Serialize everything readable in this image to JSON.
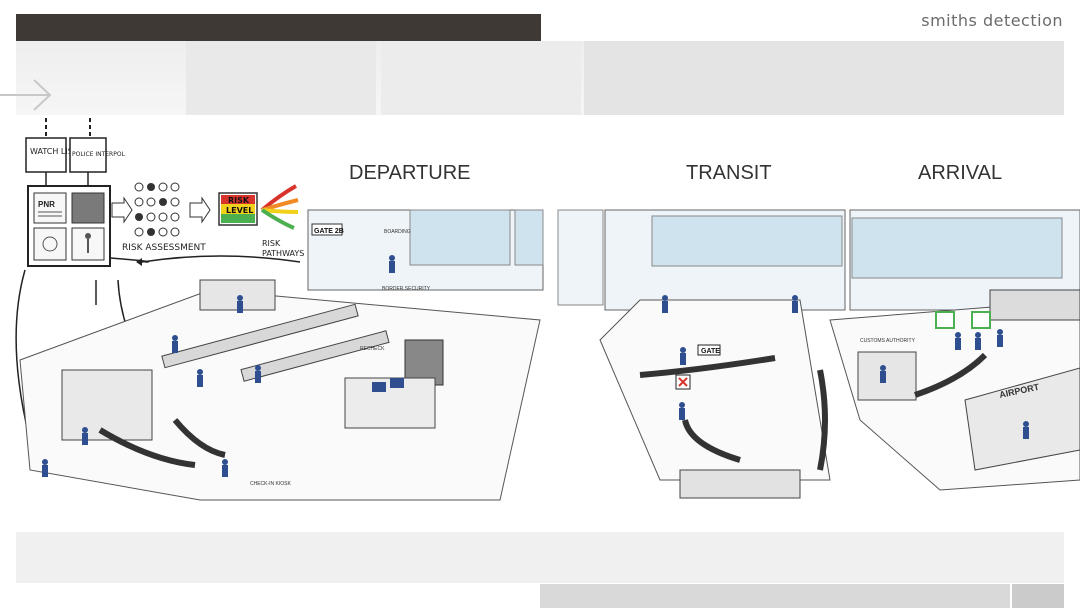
{
  "header": {
    "brand": "smiths detection"
  },
  "diagram": {
    "sections": {
      "departure": "DEPARTURE",
      "transit": "TRANSIT",
      "arrival": "ARRIVAL"
    },
    "inputs": {
      "watch_list": "WATCH LIST",
      "police_interpol": "POLICE INTERPOL"
    },
    "panel": {
      "pnr": "PNR"
    },
    "risk_assessment": "RISK ASSESSMENT",
    "risk_level": [
      "RISK",
      "LEVEL"
    ],
    "risk_pathways": [
      "RISK",
      "PATHWAYS"
    ],
    "labels": {
      "gate_2b": "GATE 2B",
      "boarding": "BOARDING",
      "border_security": "BORDER SECURITY",
      "recheck": "RECHECK",
      "check_in_kiosk": "CHECK-IN KIOSK",
      "gate": "GATE",
      "customs_authority": "CUSTOMS AUTHORITY",
      "airport": "AIRPORT"
    }
  },
  "colors": {
    "title_bar": "#3e3934",
    "footer": "#d9d9d9",
    "accent_blue": "#2e4e8f",
    "risk_red": "#d9342b",
    "risk_yellow": "#f2d11b",
    "risk_green": "#4caf50",
    "risk_orange": "#f08a24"
  }
}
